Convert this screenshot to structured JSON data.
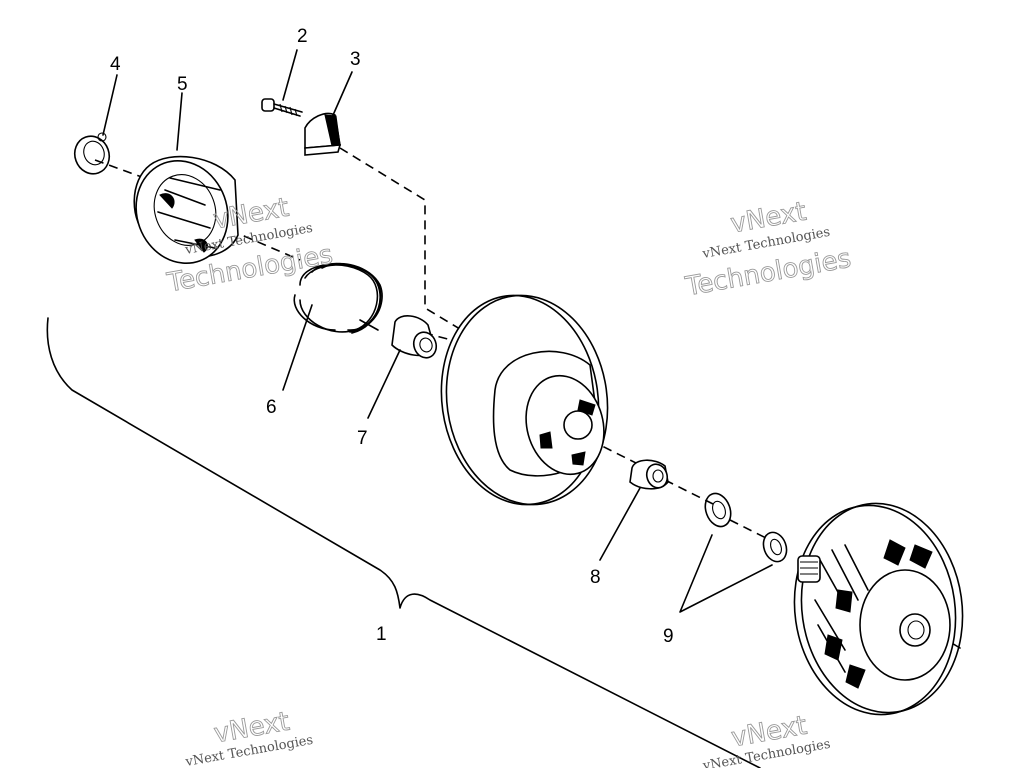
{
  "callouts": {
    "c1": "1",
    "c2": "2",
    "c3": "3",
    "c4": "4",
    "c5": "5",
    "c6": "6",
    "c7": "7",
    "c8": "8",
    "c9": "9"
  },
  "watermark": {
    "line1": "vNext",
    "line2": "vNext Technologies",
    "line3": "Technologies"
  }
}
